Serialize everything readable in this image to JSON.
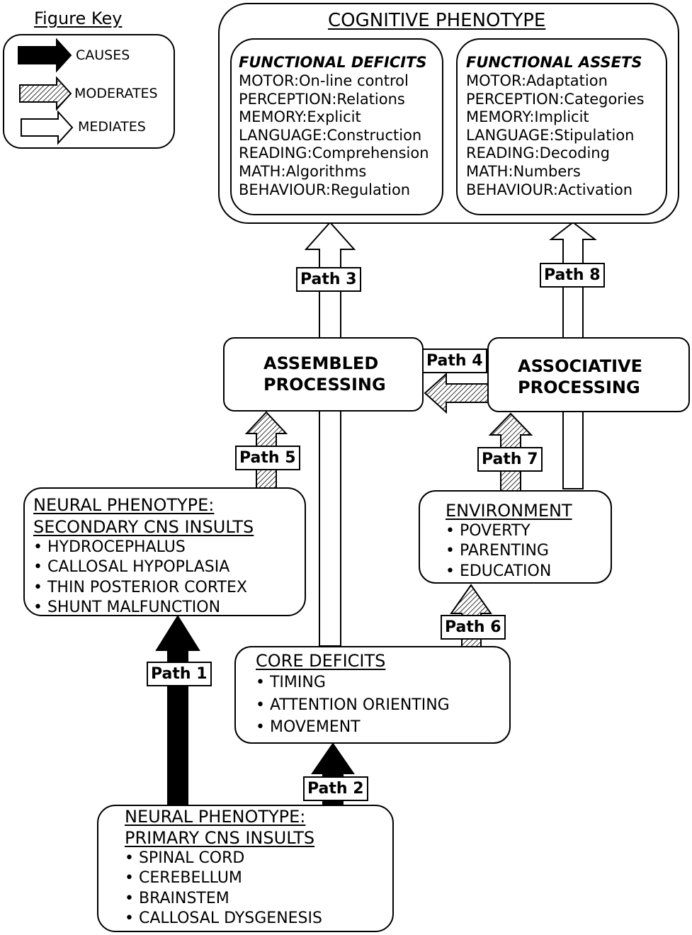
{
  "figure_key": {
    "title": "Figure Key",
    "causes": "CAUSES",
    "moderates": "MODERATES",
    "mediates": "MEDIATES"
  },
  "cognitive": {
    "title": "COGNITIVE PHENOTYPE",
    "deficits": {
      "title": "FUNCTIONAL DEFICITS",
      "items": [
        {
          "domain": "MOTOR:",
          "value": "On-line control"
        },
        {
          "domain": "PERCEPTION:",
          "value": "Relations"
        },
        {
          "domain": "MEMORY:",
          "value": "Explicit"
        },
        {
          "domain": "LANGUAGE:",
          "value": "Construction"
        },
        {
          "domain": "READING:",
          "value": "Comprehension"
        },
        {
          "domain": "MATH:",
          "value": "Algorithms"
        },
        {
          "domain": "BEHAVIOUR:",
          "value": "Regulation"
        }
      ]
    },
    "assets": {
      "title": "FUNCTIONAL ASSETS",
      "items": [
        {
          "domain": "MOTOR:",
          "value": "Adaptation"
        },
        {
          "domain": "PERCEPTION:",
          "value": "Categories"
        },
        {
          "domain": "MEMORY:",
          "value": "Implicit"
        },
        {
          "domain": "LANGUAGE:",
          "value": "Stipulation"
        },
        {
          "domain": "READING:",
          "value": "Decoding"
        },
        {
          "domain": "MATH:",
          "value": "Numbers"
        },
        {
          "domain": "BEHAVIOUR:",
          "value": "Activation"
        }
      ]
    }
  },
  "assembled": {
    "line1": "ASSEMBLED",
    "line2": "PROCESSING"
  },
  "associative": {
    "line1": "ASSOCIATIVE",
    "line2": "PROCESSING"
  },
  "secondary": {
    "line1": "NEURAL PHENOTYPE:",
    "line2": "SECONDARY CNS INSULTS",
    "items": [
      "• HYDROCEPHALUS",
      "• CALLOSAL HYPOPLASIA",
      "• THIN POSTERIOR CORTEX",
      "• SHUNT MALFUNCTION"
    ]
  },
  "environment": {
    "title": "ENVIRONMENT",
    "items": [
      "• POVERTY",
      "• PARENTING",
      "• EDUCATION"
    ]
  },
  "core": {
    "title": "CORE DEFICITS",
    "items": [
      "• TIMING",
      "• ATTENTION ORIENTING",
      "• MOVEMENT"
    ]
  },
  "primary": {
    "line1": "NEURAL PHENOTYPE:",
    "line2": "PRIMARY CNS INSULTS",
    "items": [
      "• SPINAL CORD",
      "• CEREBELLUM",
      "• BRAINSTEM",
      "• CALLOSAL DYSGENESIS"
    ]
  },
  "paths": {
    "p1": "Path 1",
    "p2": "Path 2",
    "p3": "Path 3",
    "p4": "Path 4",
    "p5": "Path 5",
    "p6": "Path 6",
    "p7": "Path 7",
    "p8": "Path 8"
  }
}
